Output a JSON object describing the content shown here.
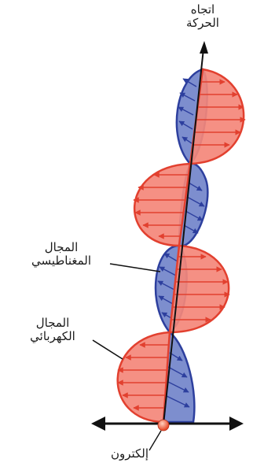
{
  "labels": {
    "direction_line1": "اتجاه",
    "direction_line2": "الحركة",
    "magnetic_line1": "المجال",
    "magnetic_line2": "المغناطيسي",
    "electric_line1": "المجال",
    "electric_line2": "الكهربائي",
    "electron": "إلكترون"
  },
  "colors": {
    "electric_fill": "#f4877a",
    "electric_stroke": "#e2402f",
    "magnetic_fill": "#6f82c9",
    "magnetic_stroke": "#2d3f9e",
    "axis": "#111111",
    "electron": "#e84a2a"
  }
}
